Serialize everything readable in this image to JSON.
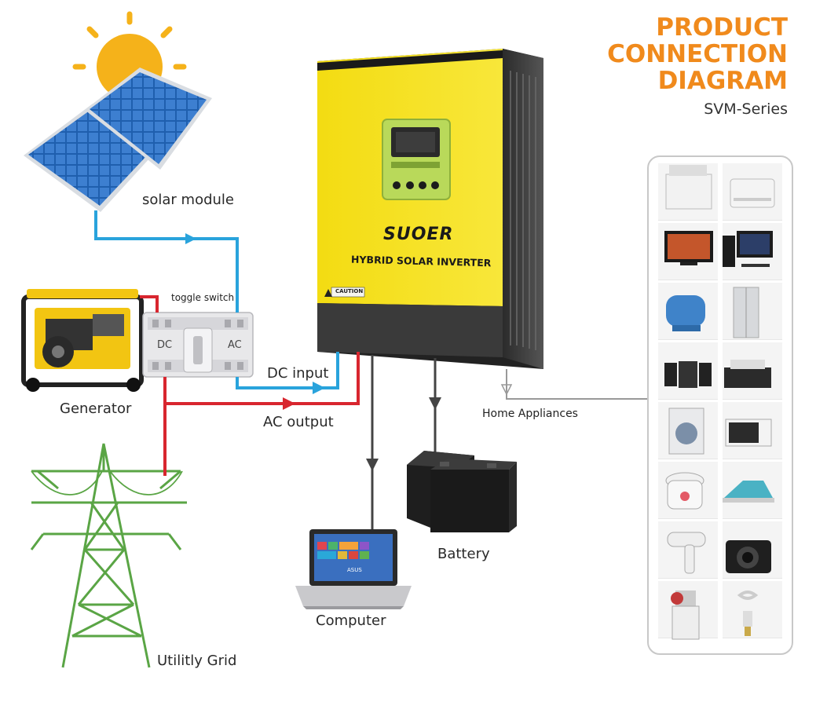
{
  "title": {
    "line1": "PRODUCT",
    "line2": "CONNECTION",
    "line3": "DIAGRAM",
    "series": "SVM-Series"
  },
  "labels": {
    "solar_module": "solar module",
    "toggle_switch": "toggle switch",
    "generator": "Generator",
    "utility_grid": "Utilitly Grid",
    "dc_input": "DC input",
    "ac_output": "AC output",
    "computer": "Computer",
    "battery": "Battery",
    "home_appliances": "Home Appliances"
  },
  "inverter": {
    "brand": "SUOER",
    "model_text": "HYBRID SOLAR INVERTER",
    "caution": "CAUTION"
  },
  "switch": {
    "dc": "DC",
    "ac": "AC"
  },
  "laptop_screen": "ASUS",
  "appliances": [
    {
      "name": "printer-icon"
    },
    {
      "name": "air-conditioner-icon"
    },
    {
      "name": "television-icon"
    },
    {
      "name": "desktop-computer-icon"
    },
    {
      "name": "electric-motor-icon"
    },
    {
      "name": "refrigerator-icon"
    },
    {
      "name": "stereo-icon"
    },
    {
      "name": "inkjet-printer-icon"
    },
    {
      "name": "washing-machine-icon"
    },
    {
      "name": "microwave-icon"
    },
    {
      "name": "rice-cooker-icon"
    },
    {
      "name": "clothes-iron-icon"
    },
    {
      "name": "hair-dryer-icon"
    },
    {
      "name": "camera-icon"
    },
    {
      "name": "juicer-icon"
    },
    {
      "name": "light-bulb-icon"
    }
  ],
  "colors": {
    "title_orange": "#f08a1c",
    "inverter_yellow": "#f6e21e",
    "dc_line_blue": "#29a3dc",
    "ac_line_red": "#d8262f",
    "load_line_gray": "#444444",
    "grid_green": "#5aa545"
  }
}
